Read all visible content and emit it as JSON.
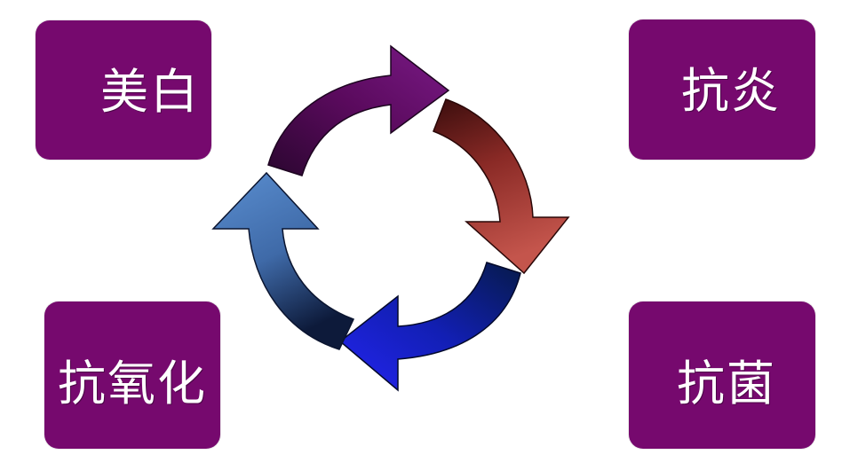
{
  "boxes": {
    "top_left": "美白",
    "top_right": "抗炎",
    "bottom_left": "抗氧化",
    "bottom_right": "抗菌"
  },
  "colors": {
    "box_fill": "#76096e",
    "arrow_top": "#5a0a5d",
    "arrow_right": "#b2403a",
    "arrow_bottom": "#1a1cd4",
    "arrow_left": "#4a78b4"
  },
  "cycle": {
    "arrows": [
      {
        "name": "arrow-purple",
        "icon": "curved-arrow-icon"
      },
      {
        "name": "arrow-red",
        "icon": "curved-arrow-icon"
      },
      {
        "name": "arrow-blue",
        "icon": "curved-arrow-icon"
      },
      {
        "name": "arrow-steelblue",
        "icon": "curved-arrow-icon"
      }
    ]
  }
}
